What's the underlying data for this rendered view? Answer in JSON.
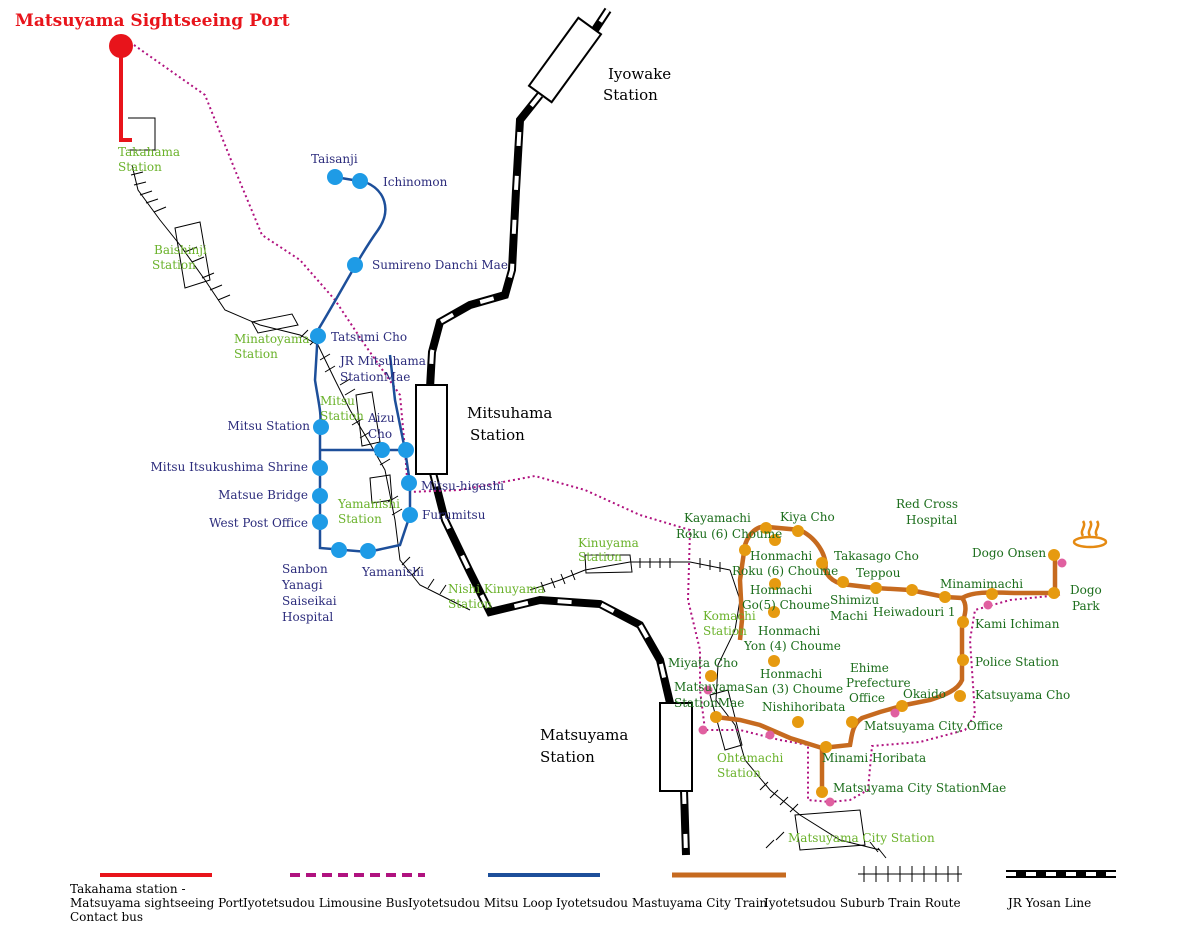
{
  "title": "Matsuyama Sightseeing Port",
  "colors": {
    "contact_bus": "#e8141b",
    "limousine": "#b0127f",
    "mitsu_loop": "#1d4f9a",
    "mitsu_stop": "#1e9be6",
    "city_train": "#c66a1f",
    "city_stop": "#e69a10",
    "suburb_label": "#6ab22a",
    "city_label": "#1b6d1b",
    "mitsu_label": "#2c2c7c",
    "jr": "#000000",
    "limousine_stop": "#e060a0"
  },
  "jr_stations": {
    "iyowake": [
      "Iyowake",
      "Station"
    ],
    "mitsuhama": [
      "Mitsuhama",
      "Station"
    ],
    "matsuyama": [
      "Matsuyama",
      "Station"
    ]
  },
  "suburb_stations": {
    "takahama": [
      "Takahama",
      "Station"
    ],
    "baishinji": [
      "Baishinji",
      "Station"
    ],
    "minatoyama": [
      "Minatoyama",
      "Station"
    ],
    "mitsu": [
      "Mitsu",
      "Station"
    ],
    "yamanishi": [
      "Yamanishi",
      "Station"
    ],
    "nishi_kinuyama": [
      "Nishi Kinuyama",
      "Station"
    ],
    "kinuyama": [
      "Kinuyama",
      "Station"
    ],
    "komachi": [
      "Komachi",
      "Station"
    ],
    "ohtemachi": [
      "Ohtemachi",
      "Station"
    ],
    "matsuyama_city": "Matsuyama City Station"
  },
  "mitsu_loop_stops": {
    "taisanji": "Taisanji",
    "ichinomon": "Ichinomon",
    "sumireno": "Sumireno Danchi Mae",
    "tatsumi": "Tatsumi Cho",
    "jr_mitsuhama": [
      "JR Mitsuhama",
      "StationMae"
    ],
    "aizu": [
      "Aizu",
      "Cho"
    ],
    "mitsu_station": "Mitsu Station",
    "itsukushima": "Mitsu Itsukushima Shrine",
    "matsue": "Matsue Bridge",
    "west_post": "West Post Office",
    "mitsu_higashi": "Mitsu-higashi",
    "furumitsu": "Furumitsu",
    "yamanishi": "Yamanishi",
    "sanbon": [
      "Sanbon",
      "Yanagi",
      "Saiseikai",
      "Hospital"
    ]
  },
  "city_train_stops": {
    "kayamachi": [
      "Kayamachi",
      "Roku (6) Choume"
    ],
    "kiya": "Kiya Cho",
    "honmachi6": [
      "Honmachi",
      "Roku (6) Choume"
    ],
    "takasago": "Takasago Cho",
    "teppou": "Teppou",
    "honmachi5": [
      "Honmachi",
      "Go(5) Choume"
    ],
    "shimizu": [
      "Shimizu",
      "Machi"
    ],
    "heiwadouri": "Heiwadouri 1",
    "minamimachi": "Minamimachi",
    "dogo_onsen": "Dogo Onsen",
    "dogo_park": [
      "Dogo",
      "Park"
    ],
    "red_cross": [
      "Red Cross",
      "Hospital"
    ],
    "kami_ichiman": "Kami Ichiman",
    "police": "Police Station",
    "katsuyama": "Katsuyama Cho",
    "honmachi4": [
      "Honmachi",
      "Yon (4) Choume"
    ],
    "honmachi3": [
      "Honmachi",
      "San (3) Choume"
    ],
    "miyata": "Miyata Cho",
    "matsuyama_station_mae": [
      "Matsuyama",
      "StationMae"
    ],
    "nishihoribata": "Nishihoribata",
    "ehime": [
      "Ehime",
      "Prefecture",
      "Office"
    ],
    "okaido": "Okaido",
    "city_office": "Matsuyama City Office",
    "minami_horibata": "Minami Horibata",
    "city_station_mae": "Matsuyama City StationMae"
  },
  "legend": {
    "contact_bus": [
      "Takahama station -",
      "Matsuyama sightseeing Port",
      "Contact bus"
    ],
    "limousine": "Iyotetsudou Limousine Bus",
    "mitsu_loop": "Iyotetsudou Mitsu Loop",
    "city_train": "Iyotetsudou Mastuyama City Train",
    "suburb": "Iyotetsudou Suburb Train Route",
    "jr": "JR Yosan Line"
  },
  "icons": [
    "onsen-icon"
  ]
}
